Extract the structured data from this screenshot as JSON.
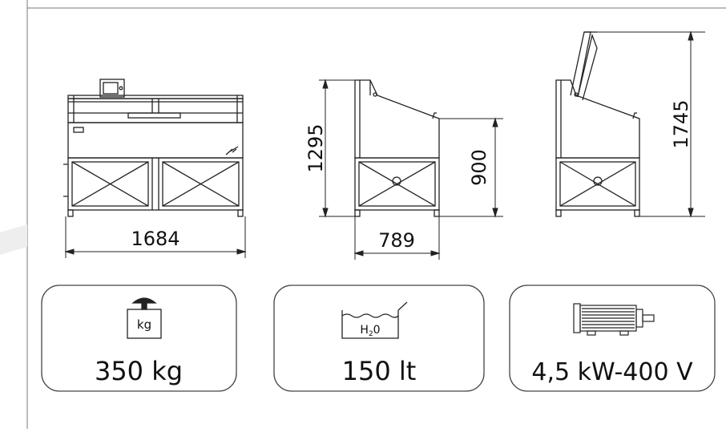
{
  "dimensions": {
    "front_width": "1684",
    "side_depth": "789",
    "side_height": "1295",
    "counter_height": "900",
    "open_height": "1745"
  },
  "specs": {
    "weight": {
      "icon_label": "kg",
      "value": "350 kg",
      "icon": "weight-icon"
    },
    "water": {
      "icon_label": "H",
      "icon_sub": "2",
      "icon_suffix": "0",
      "value": "150 lt",
      "icon": "water-tank-icon"
    },
    "power": {
      "value": "4,5 kW-400 V",
      "icon": "electric-motor-icon"
    }
  }
}
